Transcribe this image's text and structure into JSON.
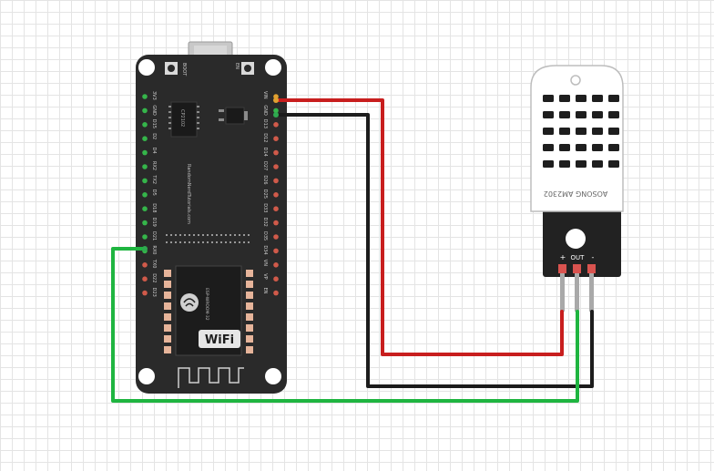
{
  "board": {
    "buttons": {
      "boot": "BOOT",
      "en": "EN"
    },
    "chip_label": "CP2102",
    "left_pins": [
      "3V3",
      "GND",
      "D15",
      "D2",
      "D4",
      "RX2",
      "TX2",
      "D5",
      "D18",
      "D19",
      "D21",
      "RX0",
      "TX0",
      "D22",
      "D23"
    ],
    "right_pins": [
      "VIN",
      "GND",
      "D13",
      "D12",
      "D14",
      "D27",
      "D26",
      "D25",
      "D33",
      "D32",
      "D35",
      "D34",
      "VN",
      "VP",
      "EN"
    ],
    "website": "RandomNerdTutorials.com",
    "module_label": "ESP-WROOM-32",
    "wifi_text": "WiFi"
  },
  "sensor": {
    "brand_text": "AOSONG AM2302",
    "pins": {
      "plus": "+",
      "out": "OUT",
      "minus": "-"
    }
  },
  "wires": {
    "colors": {
      "red": "#c81e1e",
      "black": "#1c1c1c",
      "green": "#1fb540"
    }
  }
}
